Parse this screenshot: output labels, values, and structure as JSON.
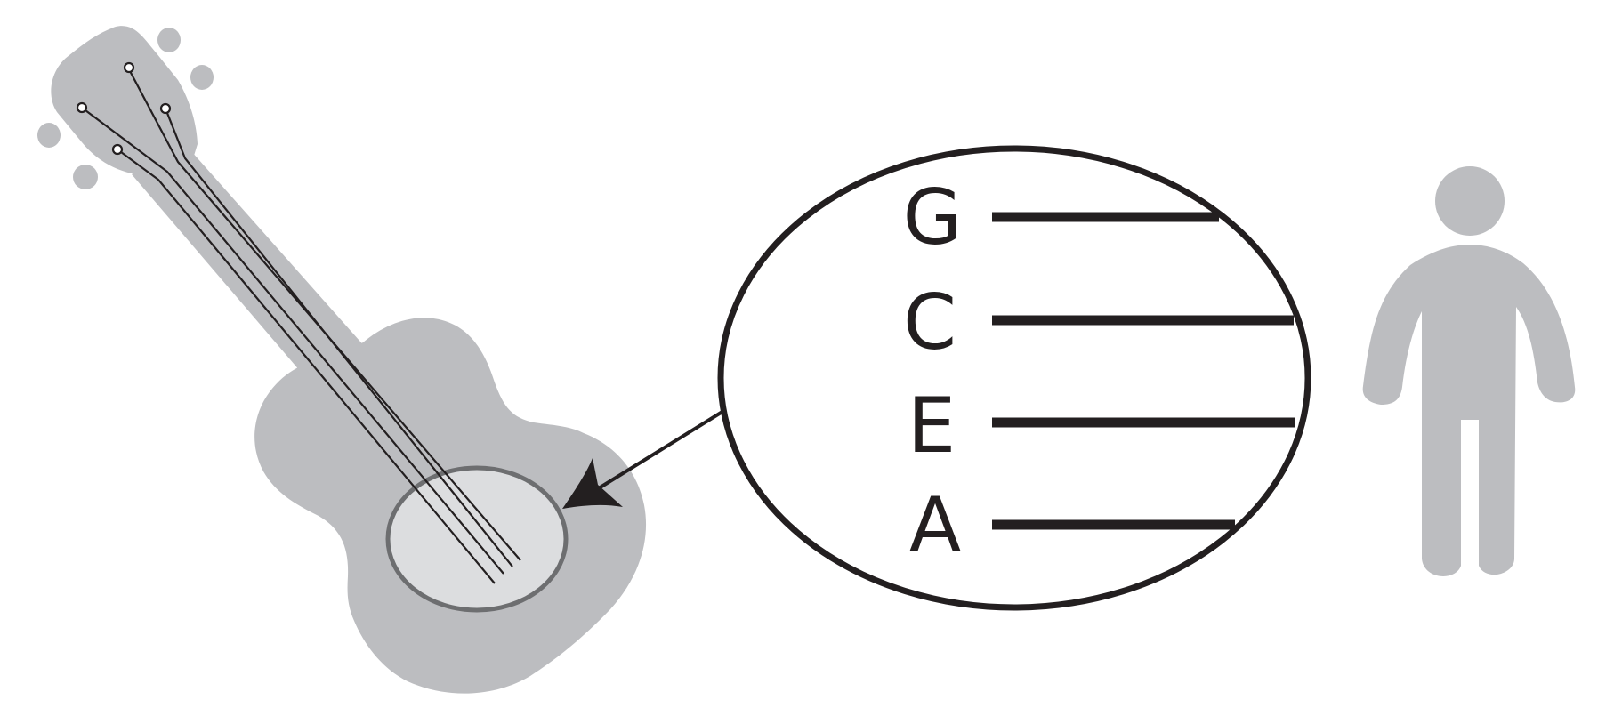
{
  "diagram": {
    "string_notes": [
      "G",
      "C",
      "E",
      "A"
    ],
    "colors": {
      "instrument_body": "#bcbdc0",
      "sound_hole": "#dcdddf",
      "sound_hole_ring": "#6d6e70",
      "ink": "#231f20",
      "person": "#bcbdc0",
      "background": "#ffffff"
    }
  }
}
